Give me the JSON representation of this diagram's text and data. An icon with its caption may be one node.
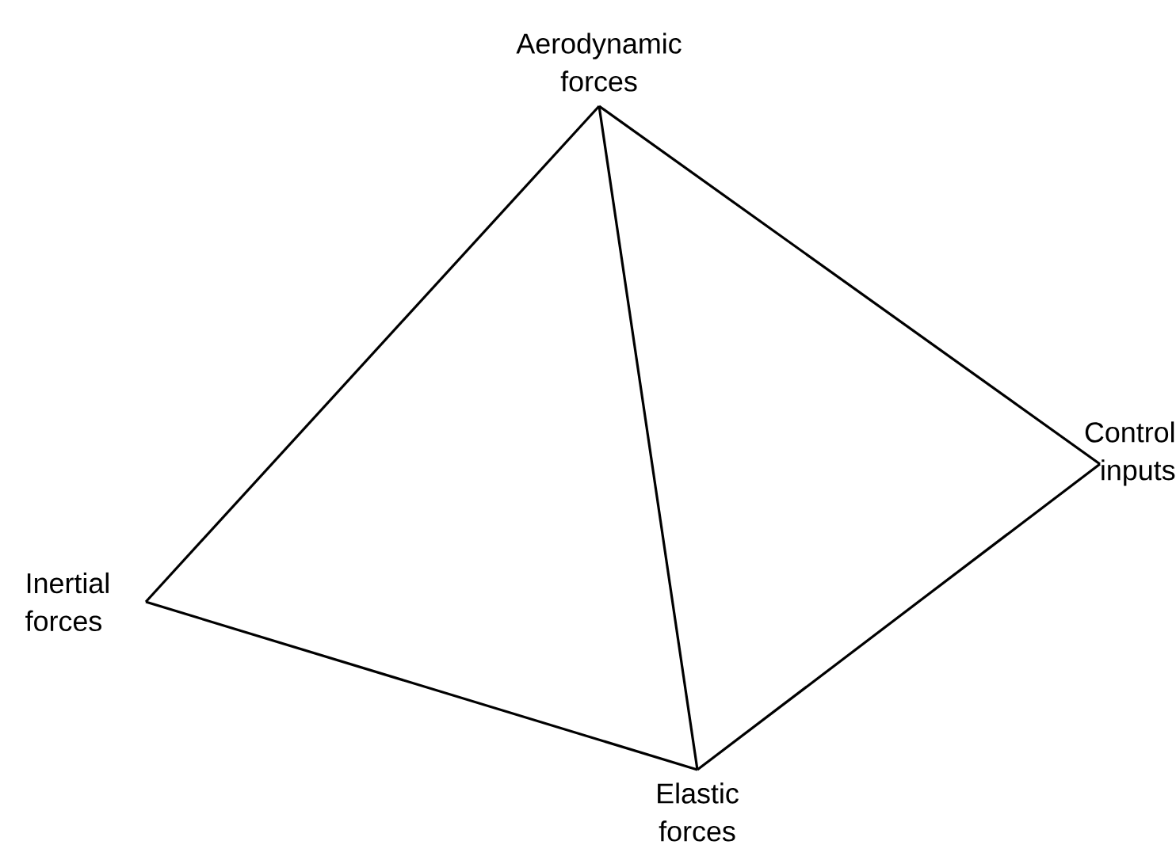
{
  "diagram": {
    "nodes": [
      {
        "text": [
          "Aerodynamic forces"
        ]
      },
      {
        "text": [
          "Inertial forces"
        ]
      },
      {
        "text": [
          "Elastic forces"
        ]
      },
      {
        "text": [
          "Control inputs"
        ]
      }
    ],
    "edges": [
      {
        "from": 0,
        "to": 1,
        "arrow": "none"
      },
      {
        "from": 0,
        "to": 2,
        "arrow": "none"
      },
      {
        "from": 0,
        "to": 3,
        "arrow": "none"
      },
      {
        "from": 1,
        "to": 2,
        "arrow": "none"
      },
      {
        "from": 2,
        "to": 3,
        "arrow": "none"
      }
    ]
  }
}
